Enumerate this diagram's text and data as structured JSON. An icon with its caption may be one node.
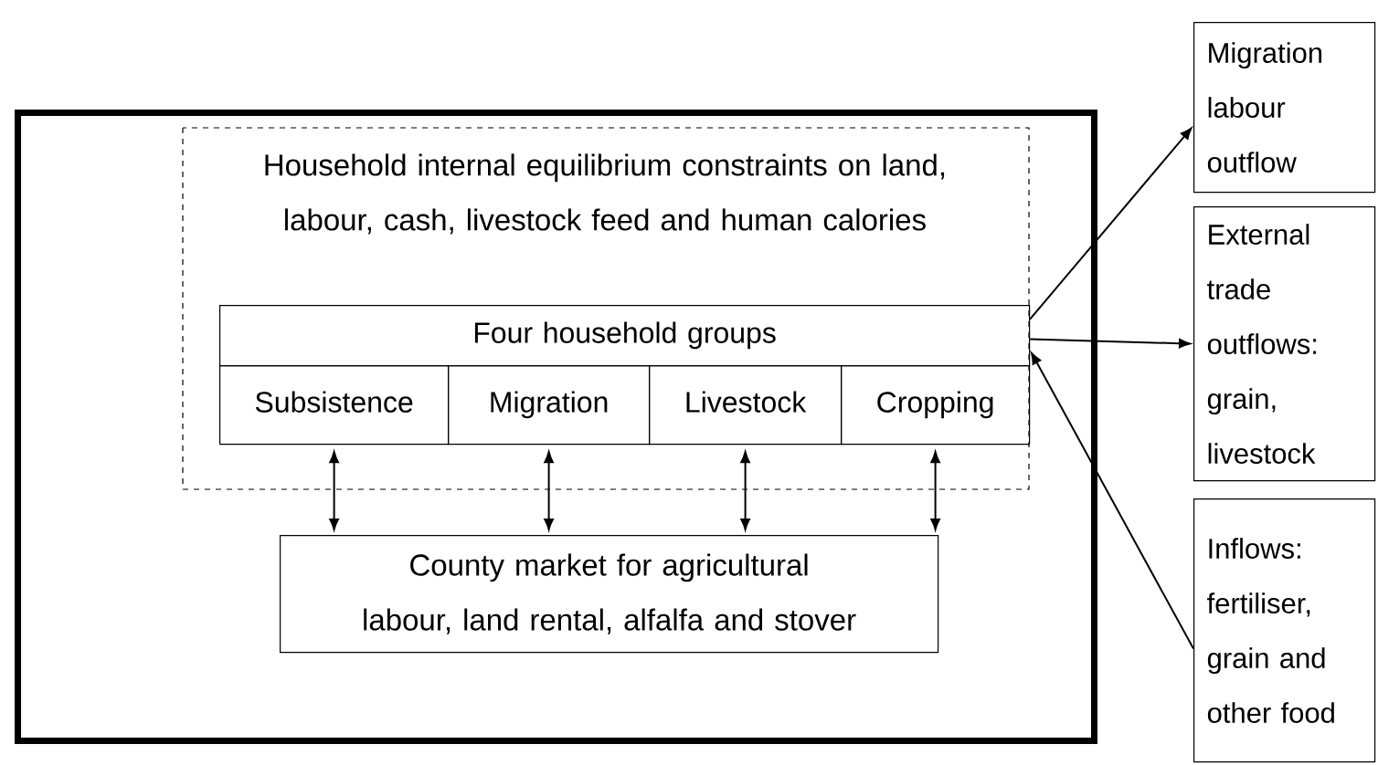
{
  "diagram": {
    "nodes": [
      {
        "text": [],
        "shape": "box"
      },
      {
        "text": [
          "Household internal equilibrium constraints on land, labour, cash, livestock feed and human calories"
        ],
        "in": 0
      },
      {
        "text": [
          "Four household groups"
        ],
        "in": 1
      },
      {
        "text": [
          "Subsistence"
        ],
        "in": 1
      },
      {
        "text": [
          "Migration"
        ],
        "in": 1
      },
      {
        "text": [
          "Livestock"
        ],
        "in": 1
      },
      {
        "text": [
          "Cropping"
        ],
        "in": 1
      },
      {
        "text": [
          "County market for agricultural labour, land rental, alfalfa and stover"
        ],
        "in": 0
      },
      {
        "text": [
          "Migration labour outflow"
        ]
      },
      {
        "text": [
          "External trade outflows: grain, livestock"
        ]
      },
      {
        "text": [
          "Inflows: fertiliser, grain and other food"
        ]
      }
    ],
    "edges": [
      {
        "from": 3,
        "to": 7,
        "arrow": "both"
      },
      {
        "from": 4,
        "to": 7,
        "arrow": "both"
      },
      {
        "from": 5,
        "to": 7,
        "arrow": "both"
      },
      {
        "from": 6,
        "to": 7,
        "arrow": "both"
      },
      {
        "from": 2,
        "to": 8,
        "arrow": "to"
      },
      {
        "from": 2,
        "to": 9,
        "arrow": "to"
      },
      {
        "from": 10,
        "to": 2,
        "arrow": "to"
      }
    ]
  }
}
